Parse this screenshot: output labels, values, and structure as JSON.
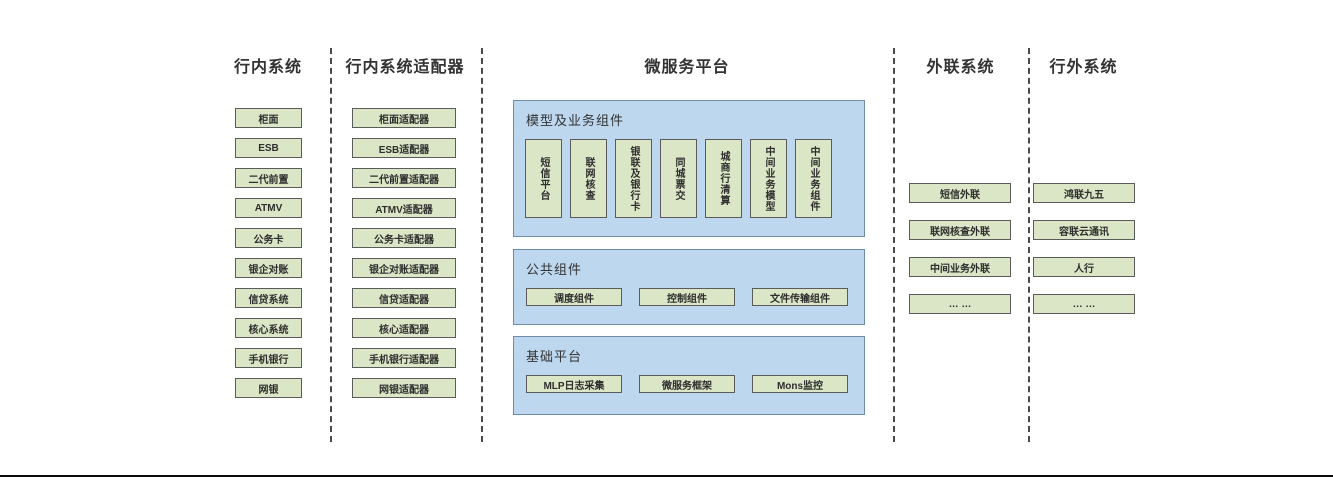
{
  "colors": {
    "box_fill": "#dbe6c6",
    "box_border": "#5b5b5b",
    "panel_fill": "#bdd7ee",
    "panel_border": "#6f8dab",
    "divider": "#4a4a4a",
    "text": "#333333",
    "bottom_rule": "#0a0a0a"
  },
  "columns": {
    "internal_systems": {
      "title": "行内系统",
      "items": [
        "柜面",
        "ESB",
        "二代前置",
        "ATMV",
        "公务卡",
        "银企对账",
        "信贷系统",
        "核心系统",
        "手机银行",
        "网银"
      ]
    },
    "internal_adapters": {
      "title": "行内系统适配器",
      "items": [
        "柜面适配器",
        "ESB适配器",
        "二代前置适配器",
        "ATMV适配器",
        "公务卡适配器",
        "银企对账适配器",
        "信贷适配器",
        "核心适配器",
        "手机银行适配器",
        "网银适配器"
      ]
    },
    "microservice_platform": {
      "title": "微服务平台",
      "panels": {
        "model_business": {
          "label": "模型及业务组件",
          "items": [
            "短信平台",
            "联网核查",
            "银联及银行卡",
            "同城票交",
            "城商行清算",
            "中间业务模型",
            "中间业务组件"
          ]
        },
        "common": {
          "label": "公共组件",
          "items": [
            "调度组件",
            "控制组件",
            "文件传输组件"
          ]
        },
        "base": {
          "label": "基础平台",
          "items": [
            "MLP日志采集",
            "微服务框架",
            "Mons监控"
          ]
        }
      }
    },
    "external_link_systems": {
      "title": "外联系统",
      "items": [
        "短信外联",
        "联网核查外联",
        "中间业务外联",
        "… …"
      ]
    },
    "outside_systems": {
      "title": "行外系统",
      "items": [
        "鸿联九五",
        "容联云通讯",
        "人行",
        "… …"
      ]
    }
  }
}
